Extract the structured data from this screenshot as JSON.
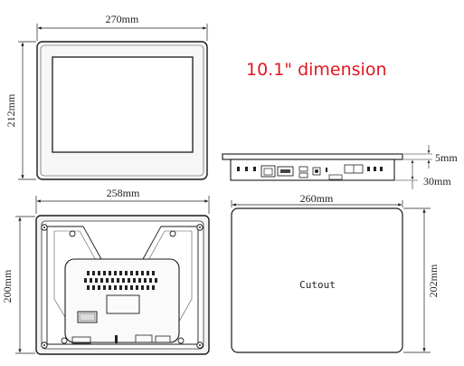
{
  "title": "10.1\" dimension",
  "dimensions": {
    "front_width": "270mm",
    "front_height": "212mm",
    "side_thickness": "5mm",
    "side_depth": "30mm",
    "back_width": "258mm",
    "back_height": "200mm",
    "cutout_width": "260mm",
    "cutout_height": "202mm"
  },
  "cutout_label": "Cutout",
  "colors": {
    "title": "#e01820",
    "line": "#1a1a1a",
    "panel_fill": "#f7f7f7"
  }
}
